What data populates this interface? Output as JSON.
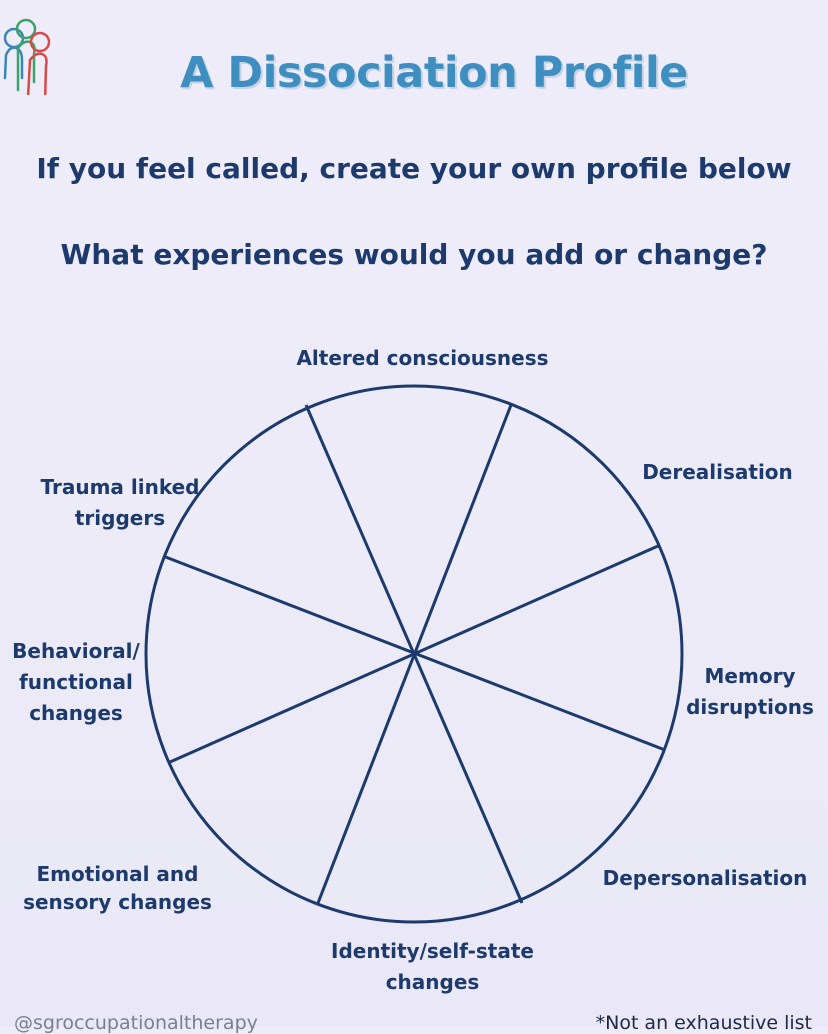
{
  "header": {
    "title": "A Dissociation Profile",
    "logo_icon": "people-group-icon"
  },
  "prompts": [
    "If you feel called, create your own profile below",
    "What experiences would you add or change?"
  ],
  "wheel": {
    "segments": [
      "Altered consciousness",
      "Derealisation",
      "Memory disruptions",
      "Depersonalisation",
      "Identity/self-state changes",
      "Emotional and sensory changes",
      "Behavioral/ functional changes",
      "Trauma linked triggers"
    ],
    "line_color": "#1c3a6b"
  },
  "labels": {
    "altered": "Altered consciousness",
    "dereal": "Derealisation",
    "memory_1": "Memory",
    "memory_2": "disruptions",
    "depers": "Depersonalisation",
    "identity_1": "Identity/self-state",
    "identity_2": "changes",
    "emotional_1": "Emotional and",
    "emotional_2": "sensory changes",
    "behav_1": "Behavioral/",
    "behav_2": "functional",
    "behav_3": "changes",
    "trauma_1": "Trauma linked",
    "trauma_2": "triggers"
  },
  "footer": {
    "handle": "@sgroccupationaltherapy",
    "note": "*Not an exhaustive list"
  }
}
